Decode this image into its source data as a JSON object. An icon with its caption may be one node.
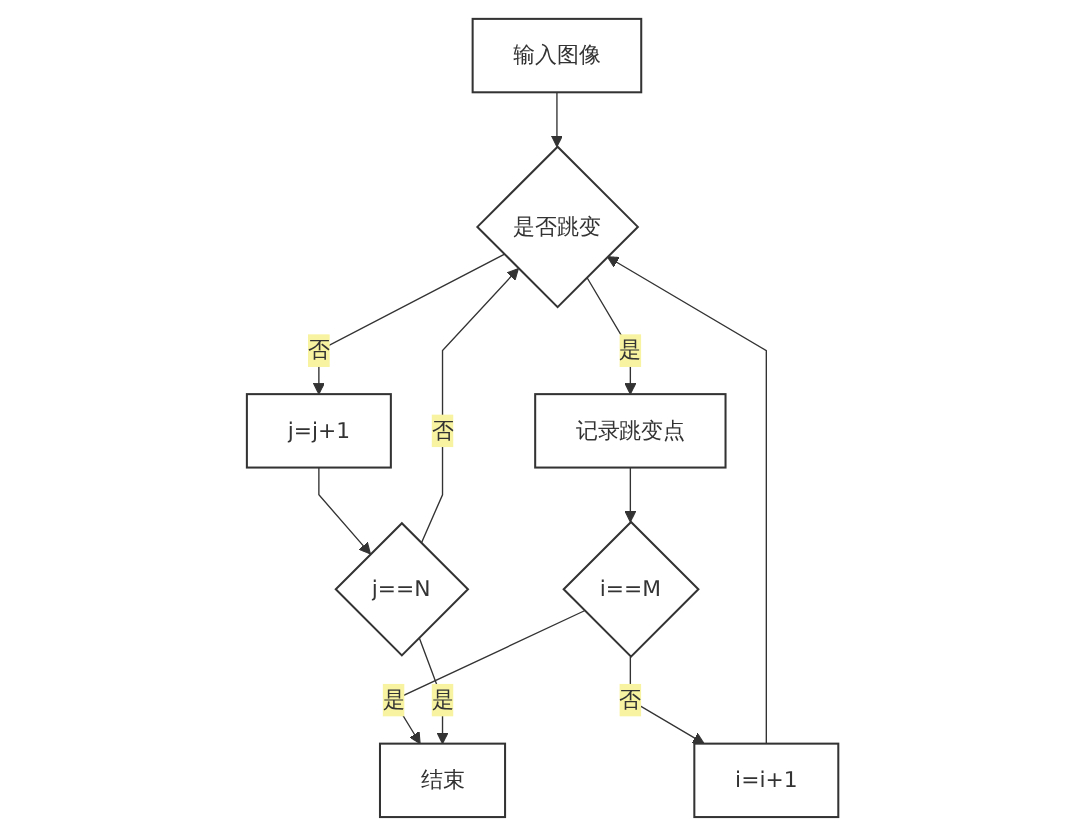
{
  "diagram": {
    "nodes": [
      {
        "text": [
          "输入图像"
        ]
      },
      {
        "text": [
          "是否跳变"
        ]
      },
      {
        "text": [
          "j=j+1"
        ]
      },
      {
        "text": [
          "j==N"
        ]
      },
      {
        "text": [
          "记录跳变点"
        ]
      },
      {
        "text": [
          "i==M"
        ]
      },
      {
        "text": [
          "i=i+1"
        ]
      },
      {
        "text": [
          "结束"
        ]
      }
    ],
    "edges": [
      {
        "from": 0,
        "to": 1,
        "arrow": "to"
      },
      {
        "from": 1,
        "to": 2,
        "arrow": "to",
        "label": "否"
      },
      {
        "from": 2,
        "to": 3,
        "arrow": "to"
      },
      {
        "from": 3,
        "to": 1,
        "arrow": "to",
        "label": "否"
      },
      {
        "from": 1,
        "to": 4,
        "arrow": "to",
        "label": "是"
      },
      {
        "from": 4,
        "to": 5,
        "arrow": "to"
      },
      {
        "from": 5,
        "to": 6,
        "arrow": "to",
        "label": "否"
      },
      {
        "from": 6,
        "to": 1,
        "arrow": "to"
      },
      {
        "from": 5,
        "to": 7,
        "arrow": "to",
        "label": "是"
      },
      {
        "from": 3,
        "to": 7,
        "arrow": "to",
        "label": "是"
      }
    ]
  }
}
